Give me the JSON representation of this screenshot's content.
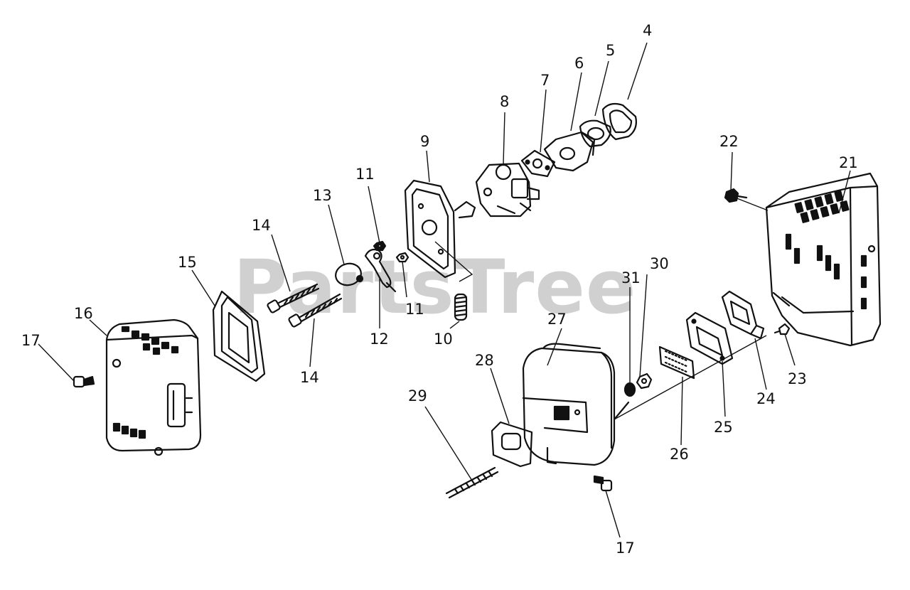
{
  "diagram": {
    "watermark": "PartsTree",
    "callouts": [
      {
        "id": "c4",
        "text": "4"
      },
      {
        "id": "c5",
        "text": "5"
      },
      {
        "id": "c6",
        "text": "6"
      },
      {
        "id": "c7",
        "text": "7"
      },
      {
        "id": "c8",
        "text": "8"
      },
      {
        "id": "c9",
        "text": "9"
      },
      {
        "id": "c10",
        "text": "10"
      },
      {
        "id": "c11a",
        "text": "11"
      },
      {
        "id": "c11b",
        "text": "11"
      },
      {
        "id": "c12",
        "text": "12"
      },
      {
        "id": "c13",
        "text": "13"
      },
      {
        "id": "c14a",
        "text": "14"
      },
      {
        "id": "c14b",
        "text": "14"
      },
      {
        "id": "c15",
        "text": "15"
      },
      {
        "id": "c16",
        "text": "16"
      },
      {
        "id": "c17a",
        "text": "17"
      },
      {
        "id": "c17b",
        "text": "17"
      },
      {
        "id": "c21",
        "text": "21"
      },
      {
        "id": "c22",
        "text": "22"
      },
      {
        "id": "c23",
        "text": "23"
      },
      {
        "id": "c24",
        "text": "24"
      },
      {
        "id": "c25",
        "text": "25"
      },
      {
        "id": "c26",
        "text": "26"
      },
      {
        "id": "c27",
        "text": "27"
      },
      {
        "id": "c28",
        "text": "28"
      },
      {
        "id": "c29",
        "text": "29"
      },
      {
        "id": "c30",
        "text": "30"
      },
      {
        "id": "c31",
        "text": "31"
      }
    ]
  }
}
